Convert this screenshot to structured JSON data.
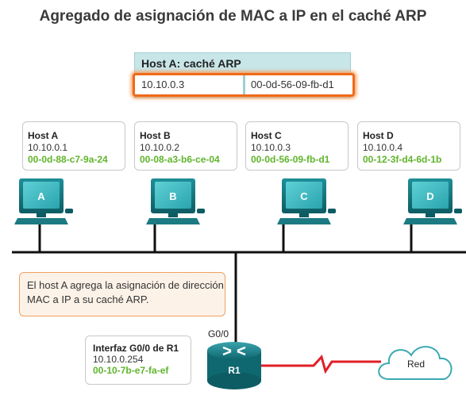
{
  "title": "Agregado de asignación de MAC a IP en el caché ARP",
  "arp_cache": {
    "header": "Host A: caché ARP",
    "entry": {
      "ip": "10.10.0.3",
      "mac": "00-0d-56-09-fb-d1"
    }
  },
  "hosts": [
    {
      "name": "Host A",
      "ip": "10.10.0.1",
      "mac": "00-0d-88-c7-9a-24",
      "label": "A"
    },
    {
      "name": "Host B",
      "ip": "10.10.0.2",
      "mac": "00-08-a3-b6-ce-04",
      "label": "B"
    },
    {
      "name": "Host C",
      "ip": "10.10.0.3",
      "mac": "00-0d-56-09-fb-d1",
      "label": "C"
    },
    {
      "name": "Host D",
      "ip": "10.10.0.4",
      "mac": "00-12-3f-d4-6d-1b",
      "label": "D"
    }
  ],
  "note": "El host A agrega la asignación de dirección MAC a IP a su caché ARP.",
  "router": {
    "interface_title": "Interfaz G0/0 de R1",
    "ip": "10.10.0.254",
    "mac": "00-10-7b-e7-fa-ef",
    "port_label": "G0/0",
    "name": "R1"
  },
  "cloud_label": "Red",
  "colors": {
    "mac_green": "#5fb52c",
    "highlight_orange": "#ef6a1a",
    "cache_header_bg": "#c8e6e8",
    "link_red": "#e01f27"
  }
}
